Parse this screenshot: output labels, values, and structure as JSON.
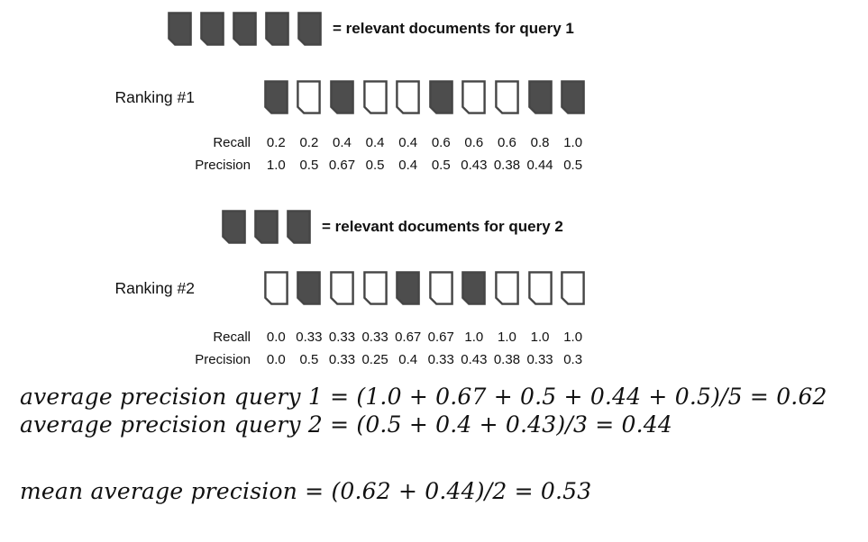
{
  "legend_query1": {
    "docs": [
      "filled",
      "filled",
      "filled",
      "filled",
      "filled"
    ],
    "label": "= relevant documents for query 1"
  },
  "ranking1": {
    "label": "Ranking #1",
    "docs": [
      "filled",
      "empty",
      "filled",
      "empty",
      "empty",
      "filled",
      "empty",
      "empty",
      "filled",
      "filled"
    ],
    "recall": {
      "label": "Recall",
      "values": [
        "0.2",
        "0.2",
        "0.4",
        "0.4",
        "0.4",
        "0.6",
        "0.6",
        "0.6",
        "0.8",
        "1.0"
      ]
    },
    "precision": {
      "label": "Precision",
      "values": [
        "1.0",
        "0.5",
        "0.67",
        "0.5",
        "0.4",
        "0.5",
        "0.43",
        "0.38",
        "0.44",
        "0.5"
      ]
    }
  },
  "legend_query2": {
    "docs": [
      "filled",
      "filled",
      "filled"
    ],
    "label": "= relevant documents for query 2"
  },
  "ranking2": {
    "label": "Ranking #2",
    "docs": [
      "empty",
      "filled",
      "empty",
      "empty",
      "filled",
      "empty",
      "filled",
      "empty",
      "empty",
      "empty"
    ],
    "recall": {
      "label": "Recall",
      "values": [
        "0.0",
        "0.33",
        "0.33",
        "0.33",
        "0.67",
        "0.67",
        "1.0",
        "1.0",
        "1.0",
        "1.0"
      ]
    },
    "precision": {
      "label": "Precision",
      "values": [
        "0.0",
        "0.5",
        "0.33",
        "0.25",
        "0.4",
        "0.33",
        "0.43",
        "0.38",
        "0.33",
        "0.3"
      ]
    }
  },
  "formulas": {
    "avg_precision_q1": "average precision query 1 = (1.0 + 0.67 + 0.5 + 0.44 + 0.5)/5 = 0.62",
    "avg_precision_q2": "average precision query 2 = (0.5 + 0.4 + 0.43)/3 = 0.44",
    "mean_avg_precision": "mean average precision = (0.62 + 0.44)/2 = 0.53"
  },
  "colors": {
    "doc_fill": "#4d4d4d",
    "doc_stroke": "#454545",
    "text": "#111111"
  }
}
